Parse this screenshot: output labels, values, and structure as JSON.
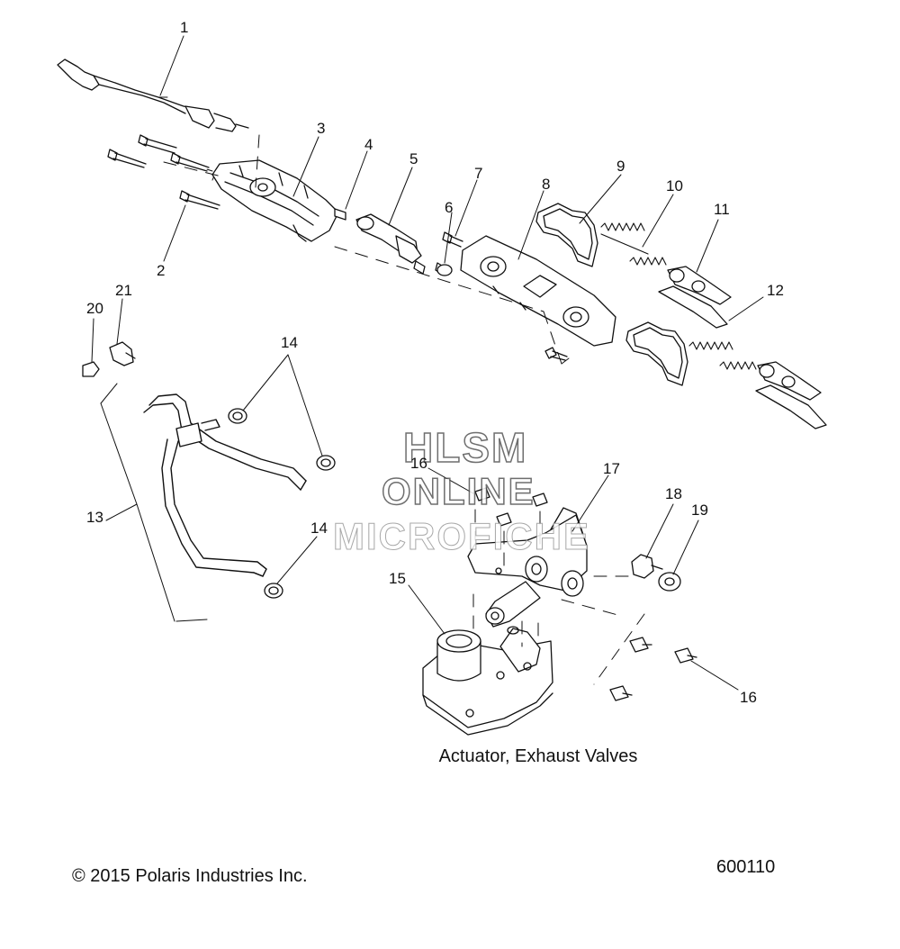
{
  "callouts": {
    "c1": "1",
    "c2": "2",
    "c3": "3",
    "c4": "4",
    "c5": "5",
    "c6": "6",
    "c7": "7",
    "c8": "8",
    "c9": "9",
    "c10": "10",
    "c11": "11",
    "c12": "12",
    "c13": "13",
    "c14a": "14",
    "c14b": "14",
    "c15": "15",
    "c16a": "16",
    "c16b": "16",
    "c17": "17",
    "c18": "18",
    "c19": "19",
    "c20": "20",
    "c21": "21"
  },
  "caption": "Actuator, Exhaust Valves",
  "copyright": "© 2015 Polaris Industries Inc.",
  "drawing_number": "600110",
  "watermark": {
    "line1": "HLSM",
    "line2": "ONLINE",
    "line3": "MICROFICHE"
  }
}
